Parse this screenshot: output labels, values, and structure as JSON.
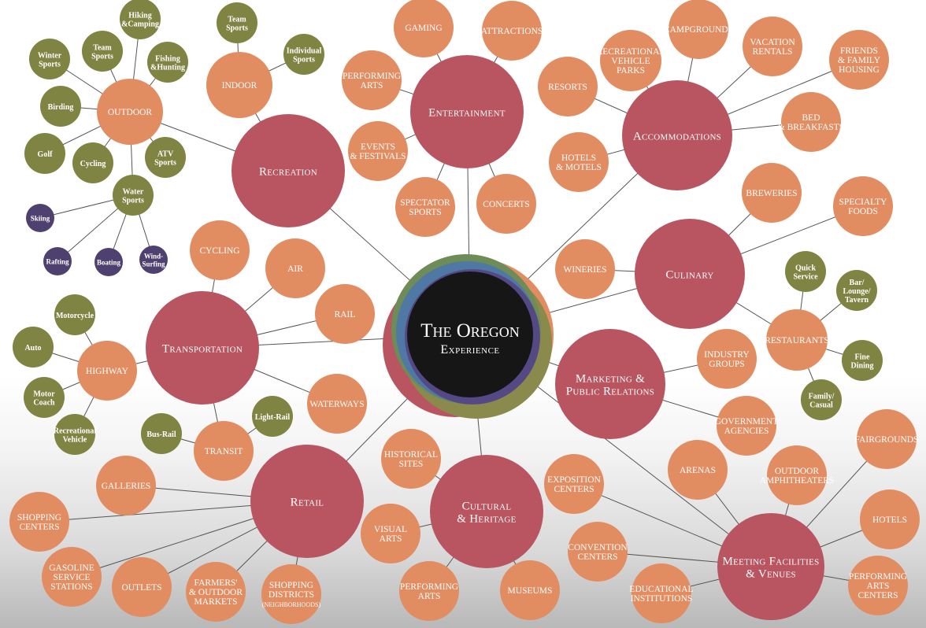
{
  "center": {
    "line1": "The Oregon",
    "line2": "Experience"
  },
  "colors": {
    "major": "#b85560",
    "category": "#e28c61",
    "sub": "#808443",
    "leaf": "#4f416f",
    "center_fill": "#161616",
    "ring_green": "#6e8c58",
    "ring_olive": "#8a8a4c",
    "ring_blue": "#4f78a4",
    "ring_purple": "#554985",
    "ring_orange": "#e28c61"
  },
  "nodes": [
    {
      "id": "recreation",
      "label": "Recreation",
      "level": "major"
    },
    {
      "id": "entertainment",
      "label": "Entertainment",
      "level": "major"
    },
    {
      "id": "accommodations",
      "label": "Accommodations",
      "level": "major"
    },
    {
      "id": "culinary",
      "label": "Culinary",
      "level": "major"
    },
    {
      "id": "transportation",
      "label": "Transportation",
      "level": "major"
    },
    {
      "id": "marketing",
      "label": "Marketing & Public Relations",
      "level": "major"
    },
    {
      "id": "retail",
      "label": "Retail",
      "level": "major"
    },
    {
      "id": "cultural",
      "label": "Cultural & Heritage",
      "level": "major"
    },
    {
      "id": "meeting",
      "label": "Meeting Facilities & Venues",
      "level": "major"
    },
    {
      "id": "outdoor",
      "label": "OUTDOOR",
      "level": "category"
    },
    {
      "id": "indoor",
      "label": "INDOOR",
      "level": "category"
    },
    {
      "id": "gaming",
      "label": "GAMING",
      "level": "category"
    },
    {
      "id": "attractions",
      "label": "ATTRACTIONS",
      "level": "category"
    },
    {
      "id": "performing_arts_ent",
      "label": "PERFORMING ARTS",
      "level": "category"
    },
    {
      "id": "events",
      "label": "EVENTS & FESTIVALS",
      "level": "category"
    },
    {
      "id": "spectator",
      "label": "SPECTATOR SPORTS",
      "level": "category"
    },
    {
      "id": "concerts",
      "label": "CONCERTS",
      "level": "category"
    },
    {
      "id": "rv_parks",
      "label": "RECREATIONAL VEHICLE PARKS",
      "level": "category"
    },
    {
      "id": "campgrounds",
      "label": "CAMPGROUNDS",
      "level": "category"
    },
    {
      "id": "vacation",
      "label": "VACATION RENTALS",
      "level": "category"
    },
    {
      "id": "friends",
      "label": "FRIENDS & FAMILY HOUSING",
      "level": "category"
    },
    {
      "id": "resorts",
      "label": "RESORTS",
      "level": "category"
    },
    {
      "id": "bnb",
      "label": "BED & BREAKFASTS",
      "level": "category"
    },
    {
      "id": "hotels_motels",
      "label": "HOTELS & MOTELS",
      "level": "category"
    },
    {
      "id": "breweries",
      "label": "BREWERIES",
      "level": "category"
    },
    {
      "id": "specialty",
      "label": "SPECIALTY FOODS",
      "level": "category"
    },
    {
      "id": "wineries",
      "label": "WINERIES",
      "level": "category"
    },
    {
      "id": "restaurants",
      "label": "RESTAURANTS",
      "level": "category"
    },
    {
      "id": "cycling_t",
      "label": "CYCLING",
      "level": "category"
    },
    {
      "id": "air",
      "label": "AIR",
      "level": "category"
    },
    {
      "id": "rail",
      "label": "RAIL",
      "level": "category"
    },
    {
      "id": "highway",
      "label": "HIGHWAY",
      "level": "category"
    },
    {
      "id": "waterways",
      "label": "WATERWAYS",
      "level": "category"
    },
    {
      "id": "transit",
      "label": "TRANSIT",
      "level": "category"
    },
    {
      "id": "industry",
      "label": "INDUSTRY GROUPS",
      "level": "category"
    },
    {
      "id": "government",
      "label": "GOVERNMENT AGENCIES",
      "level": "category"
    },
    {
      "id": "galleries",
      "label": "GALLERIES",
      "level": "category"
    },
    {
      "id": "shopping_centers",
      "label": "SHOPPING CENTERS",
      "level": "category"
    },
    {
      "id": "gasoline",
      "label": "GASOLINE SERVICE STATIONS",
      "level": "category"
    },
    {
      "id": "outlets",
      "label": "OUTLETS",
      "level": "category"
    },
    {
      "id": "farmers",
      "label": "FARMERS' & OUTDOOR MARKETS",
      "level": "category"
    },
    {
      "id": "shopping_districts",
      "label": "SHOPPING DISTRICTS (NEIGHBORHOODS)",
      "level": "category"
    },
    {
      "id": "historical",
      "label": "HISTORICAL SITES",
      "level": "category"
    },
    {
      "id": "visual_arts",
      "label": "VISUAL ARTS",
      "level": "category"
    },
    {
      "id": "performing_arts_cul",
      "label": "PERFORMING ARTS",
      "level": "category"
    },
    {
      "id": "museums",
      "label": "MUSEUMS",
      "level": "category"
    },
    {
      "id": "exposition",
      "label": "EXPOSITION CENTERS",
      "level": "category"
    },
    {
      "id": "arenas",
      "label": "ARENAS",
      "level": "category"
    },
    {
      "id": "amphitheaters",
      "label": "OUTDOOR AMPHITHEATERS",
      "level": "category"
    },
    {
      "id": "fairgrounds",
      "label": "FAIRGROUNDS",
      "level": "category"
    },
    {
      "id": "convention",
      "label": "CONVENTION CENTERS",
      "level": "category"
    },
    {
      "id": "hotels_mtg",
      "label": "HOTELS",
      "level": "category"
    },
    {
      "id": "educational",
      "label": "EDUCATIONAL INSTITUTIONS",
      "level": "category"
    },
    {
      "id": "performing_centers",
      "label": "PERFORMING ARTS CENTERS",
      "level": "category"
    },
    {
      "id": "hiking",
      "label": "Hiking &Camping",
      "level": "sub"
    },
    {
      "id": "winter",
      "label": "Winter Sports",
      "level": "sub"
    },
    {
      "id": "team_out",
      "label": "Team Sports",
      "level": "sub"
    },
    {
      "id": "fishing",
      "label": "Fishing &Hunting",
      "level": "sub"
    },
    {
      "id": "birding",
      "label": "Birding",
      "level": "sub"
    },
    {
      "id": "golf",
      "label": "Golf",
      "level": "sub"
    },
    {
      "id": "cycling_o",
      "label": "Cycling",
      "level": "sub"
    },
    {
      "id": "atv",
      "label": "ATV Sports",
      "level": "sub"
    },
    {
      "id": "water",
      "label": "Water Sports",
      "level": "sub"
    },
    {
      "id": "team_in",
      "label": "Team Sports",
      "level": "sub"
    },
    {
      "id": "individual",
      "label": "Individual Sports",
      "level": "sub"
    },
    {
      "id": "quick",
      "label": "Quick Service",
      "level": "sub"
    },
    {
      "id": "bar",
      "label": "Bar/ Lounge/ Tavern",
      "level": "sub"
    },
    {
      "id": "fine",
      "label": "Fine Dining",
      "level": "sub"
    },
    {
      "id": "family",
      "label": "Family/ Casual",
      "level": "sub"
    },
    {
      "id": "motorcycle",
      "label": "Motorcycle",
      "level": "sub"
    },
    {
      "id": "auto",
      "label": "Auto",
      "level": "sub"
    },
    {
      "id": "motor_coach",
      "label": "Motor Coach",
      "level": "sub"
    },
    {
      "id": "rec_vehicle",
      "label": "Recreational Vehicle",
      "level": "sub"
    },
    {
      "id": "bus_rail",
      "label": "Bus-Rail",
      "level": "sub"
    },
    {
      "id": "light_rail",
      "label": "Light-Rail",
      "level": "sub"
    },
    {
      "id": "skiing",
      "label": "Skiing",
      "level": "leaf"
    },
    {
      "id": "rafting",
      "label": "Rafting",
      "level": "leaf"
    },
    {
      "id": "boating",
      "label": "Boating",
      "level": "leaf"
    },
    {
      "id": "windsurfing",
      "label": "Wind- Surfing",
      "level": "leaf"
    }
  ],
  "edges": [
    [
      "center",
      "recreation"
    ],
    [
      "center",
      "entertainment"
    ],
    [
      "center",
      "accommodations"
    ],
    [
      "center",
      "culinary"
    ],
    [
      "center",
      "transportation"
    ],
    [
      "center",
      "marketing"
    ],
    [
      "center",
      "retail"
    ],
    [
      "center",
      "cultural"
    ],
    [
      "center",
      "meeting"
    ],
    [
      "recreation",
      "outdoor"
    ],
    [
      "recreation",
      "indoor"
    ],
    [
      "outdoor",
      "hiking"
    ],
    [
      "outdoor",
      "winter"
    ],
    [
      "outdoor",
      "team_out"
    ],
    [
      "outdoor",
      "fishing"
    ],
    [
      "outdoor",
      "birding"
    ],
    [
      "outdoor",
      "golf"
    ],
    [
      "outdoor",
      "cycling_o"
    ],
    [
      "outdoor",
      "atv"
    ],
    [
      "outdoor",
      "water"
    ],
    [
      "water",
      "skiing"
    ],
    [
      "water",
      "rafting"
    ],
    [
      "water",
      "boating"
    ],
    [
      "water",
      "windsurfing"
    ],
    [
      "indoor",
      "team_in"
    ],
    [
      "indoor",
      "individual"
    ],
    [
      "entertainment",
      "gaming"
    ],
    [
      "entertainment",
      "attractions"
    ],
    [
      "entertainment",
      "performing_arts_ent"
    ],
    [
      "entertainment",
      "events"
    ],
    [
      "entertainment",
      "spectator"
    ],
    [
      "entertainment",
      "concerts"
    ],
    [
      "accommodations",
      "rv_parks"
    ],
    [
      "accommodations",
      "campgrounds"
    ],
    [
      "accommodations",
      "vacation"
    ],
    [
      "accommodations",
      "friends"
    ],
    [
      "accommodations",
      "resorts"
    ],
    [
      "accommodations",
      "bnb"
    ],
    [
      "accommodations",
      "hotels_motels"
    ],
    [
      "culinary",
      "breweries"
    ],
    [
      "culinary",
      "specialty"
    ],
    [
      "culinary",
      "wineries"
    ],
    [
      "culinary",
      "restaurants"
    ],
    [
      "restaurants",
      "quick"
    ],
    [
      "restaurants",
      "bar"
    ],
    [
      "restaurants",
      "fine"
    ],
    [
      "restaurants",
      "family"
    ],
    [
      "transportation",
      "cycling_t"
    ],
    [
      "transportation",
      "air"
    ],
    [
      "transportation",
      "rail"
    ],
    [
      "transportation",
      "highway"
    ],
    [
      "transportation",
      "waterways"
    ],
    [
      "transportation",
      "transit"
    ],
    [
      "highway",
      "motorcycle"
    ],
    [
      "highway",
      "auto"
    ],
    [
      "highway",
      "motor_coach"
    ],
    [
      "highway",
      "rec_vehicle"
    ],
    [
      "transit",
      "bus_rail"
    ],
    [
      "transit",
      "light_rail"
    ],
    [
      "marketing",
      "industry"
    ],
    [
      "marketing",
      "government"
    ],
    [
      "retail",
      "galleries"
    ],
    [
      "retail",
      "shopping_centers"
    ],
    [
      "retail",
      "gasoline"
    ],
    [
      "retail",
      "outlets"
    ],
    [
      "retail",
      "farmers"
    ],
    [
      "retail",
      "shopping_districts"
    ],
    [
      "cultural",
      "historical"
    ],
    [
      "cultural",
      "visual_arts"
    ],
    [
      "cultural",
      "performing_arts_cul"
    ],
    [
      "cultural",
      "museums"
    ],
    [
      "meeting",
      "exposition"
    ],
    [
      "meeting",
      "arenas"
    ],
    [
      "meeting",
      "amphitheaters"
    ],
    [
      "meeting",
      "fairgrounds"
    ],
    [
      "meeting",
      "convention"
    ],
    [
      "meeting",
      "hotels_mtg"
    ],
    [
      "meeting",
      "educational"
    ],
    [
      "meeting",
      "performing_centers"
    ]
  ]
}
